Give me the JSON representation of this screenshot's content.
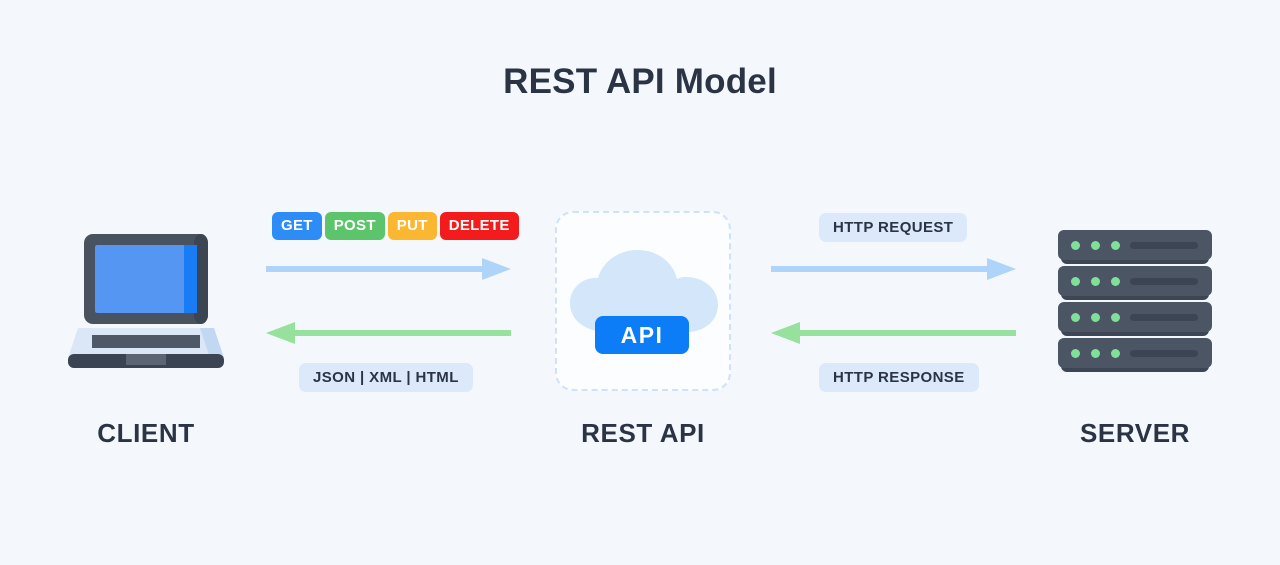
{
  "page": {
    "title": "REST API Model",
    "background": "#f4f8fc",
    "text_color": "#2b3445"
  },
  "nodes": {
    "client": {
      "label": "CLIENT",
      "icon": "laptop-icon"
    },
    "rest_api": {
      "label": "REST API",
      "icon": "cloud-icon",
      "chip_label": "API"
    },
    "server": {
      "label": "SERVER",
      "icon": "server-icon",
      "rack_count": 4,
      "leds_per_rack": 3,
      "led_color": "#7ee197"
    }
  },
  "http_methods": [
    {
      "label": "GET",
      "color": "#2d8cf5"
    },
    {
      "label": "POST",
      "color": "#5cc46a"
    },
    {
      "label": "PUT",
      "color": "#fbb731"
    },
    {
      "label": "DELETE",
      "color": "#f31b1b"
    }
  ],
  "flows": {
    "client_to_api": {
      "direction": "right",
      "color": "#aed4f9",
      "badge": "methods"
    },
    "api_to_client": {
      "direction": "left",
      "color": "#96e19b",
      "badge": "JSON | XML | HTML"
    },
    "api_to_server": {
      "direction": "right",
      "color": "#aed4f9",
      "badge": "HTTP REQUEST"
    },
    "server_to_api": {
      "direction": "left",
      "color": "#96e19b",
      "badge": "HTTP RESPONSE"
    }
  },
  "labels": {
    "formats": "JSON | XML | HTML",
    "http_request": "HTTP REQUEST",
    "http_response": "HTTP RESPONSE"
  }
}
